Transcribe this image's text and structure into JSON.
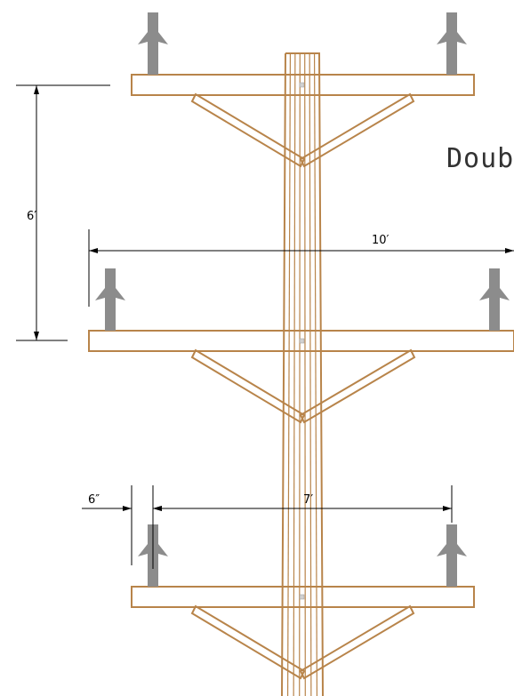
{
  "colors": {
    "wood": "#b8844a",
    "insulator": "#8c8c8c",
    "dimension_line": "#000000",
    "background": "#ffffff"
  },
  "title": "Doub",
  "dimensions": {
    "arm_spacing": "6′",
    "arm_length": "10′",
    "pin_spacing": "7′",
    "end_offset": "6″"
  },
  "crossarms": [
    {
      "id": "top-crossarm",
      "insulator_count": 2
    },
    {
      "id": "middle-crossarm",
      "insulator_count": 2
    },
    {
      "id": "bottom-crossarm",
      "insulator_count": 2
    }
  ]
}
